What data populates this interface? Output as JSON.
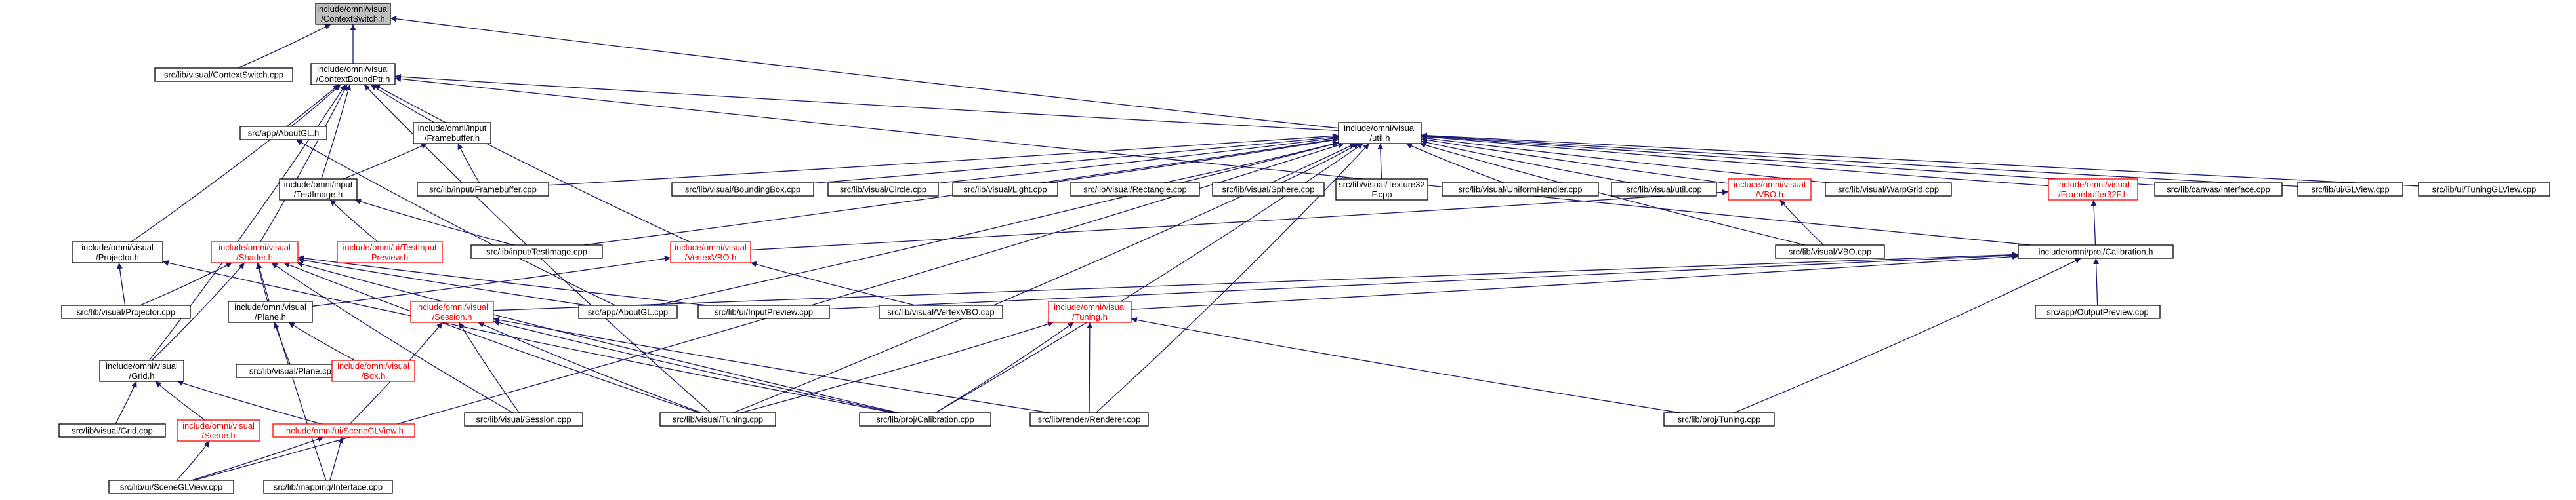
{
  "colors": {
    "edge": "#191970",
    "text_black": "#000000",
    "text_red": "#ff0000",
    "border_black": "#000000",
    "border_red": "#ff0000",
    "fill_root": "#bfbfbf",
    "fill_normal": "#ffffff"
  },
  "nodes": [
    {
      "id": "n_ctxswitch_h",
      "lines": [
        "include/omni/visual",
        "/ContextSwitch.h"
      ],
      "style": "root"
    },
    {
      "id": "n_ctxswitch_cpp",
      "lines": [
        "src/lib/visual/ContextSwitch.cpp"
      ],
      "style": "normal"
    },
    {
      "id": "n_ctxbound_h",
      "lines": [
        "include/omni/visual",
        "/ContextBoundPtr.h"
      ],
      "style": "normal"
    },
    {
      "id": "n_util_h",
      "lines": [
        "include/omni/visual",
        "/util.h"
      ],
      "style": "normal"
    },
    {
      "id": "n_aboutgl_h",
      "lines": [
        "src/app/AboutGL.h"
      ],
      "style": "normal"
    },
    {
      "id": "n_input_fb_h",
      "lines": [
        "include/omni/input",
        "/Framebuffer.h"
      ],
      "style": "normal"
    },
    {
      "id": "n_input_testimage_h",
      "lines": [
        "include/omni/input",
        "/TestImage.h"
      ],
      "style": "normal"
    },
    {
      "id": "n_input_fb_cpp",
      "lines": [
        "src/lib/input/Framebuffer.cpp"
      ],
      "style": "normal"
    },
    {
      "id": "n_projector_h",
      "lines": [
        "include/omni/visual",
        "/Projector.h"
      ],
      "style": "normal"
    },
    {
      "id": "n_shader_h",
      "lines": [
        "include/omni/visual",
        "/Shader.h"
      ],
      "style": "red"
    },
    {
      "id": "n_ui_testinput_h",
      "lines": [
        "include/omni/ui/TestInput",
        "Preview.h"
      ],
      "style": "red"
    },
    {
      "id": "n_input_testimage_cpp",
      "lines": [
        "src/lib/input/TestImage.cpp"
      ],
      "style": "normal"
    },
    {
      "id": "n_boundingbox_cpp",
      "lines": [
        "src/lib/visual/BoundingBox.cpp"
      ],
      "style": "normal"
    },
    {
      "id": "n_circle_cpp",
      "lines": [
        "src/lib/visual/Circle.cpp"
      ],
      "style": "normal"
    },
    {
      "id": "n_light_cpp",
      "lines": [
        "src/lib/visual/Light.cpp"
      ],
      "style": "normal"
    },
    {
      "id": "n_rectangle_cpp",
      "lines": [
        "src/lib/visual/Rectangle.cpp"
      ],
      "style": "normal"
    },
    {
      "id": "n_sphere_cpp",
      "lines": [
        "src/lib/visual/Sphere.cpp"
      ],
      "style": "normal"
    },
    {
      "id": "n_texture32f_cpp",
      "lines": [
        "src/lib/visual/Texture32",
        "F.cpp"
      ],
      "style": "normal"
    },
    {
      "id": "n_uniformhandler_cpp",
      "lines": [
        "src/lib/visual/UniformHandler.cpp"
      ],
      "style": "normal"
    },
    {
      "id": "n_util_cpp",
      "lines": [
        "src/lib/visual/util.cpp"
      ],
      "style": "normal"
    },
    {
      "id": "n_vbo_h",
      "lines": [
        "include/omni/visual",
        "/VBO.h"
      ],
      "style": "red"
    },
    {
      "id": "n_warpgrid_cpp",
      "lines": [
        "src/lib/visual/WarpGrid.cpp"
      ],
      "style": "normal"
    },
    {
      "id": "n_fb32f_h",
      "lines": [
        "include/omni/visual",
        "/Framebuffer32F.h"
      ],
      "style": "red"
    },
    {
      "id": "n_canvas_iface_cpp",
      "lines": [
        "src/lib/canvas/Interface.cpp"
      ],
      "style": "normal"
    },
    {
      "id": "n_glview_cpp",
      "lines": [
        "src/lib/ui/GLView.cpp"
      ],
      "style": "normal"
    },
    {
      "id": "n_tuningglview_cpp",
      "lines": [
        "src/lib/ui/TuningGLView.cpp"
      ],
      "style": "normal"
    },
    {
      "id": "n_vertexvbo_h",
      "lines": [
        "include/omni/visual",
        "/VertexVBO.h"
      ],
      "style": "red"
    },
    {
      "id": "n_vbo_cpp",
      "lines": [
        "src/lib/visual/VBO.cpp"
      ],
      "style": "normal"
    },
    {
      "id": "n_calibration_h",
      "lines": [
        "include/omni/proj/Calibration.h"
      ],
      "style": "normal"
    },
    {
      "id": "n_projector_cpp",
      "lines": [
        "src/lib/visual/Projector.cpp"
      ],
      "style": "normal"
    },
    {
      "id": "n_aboutgl_cpp",
      "lines": [
        "src/app/AboutGL.cpp"
      ],
      "style": "normal"
    },
    {
      "id": "n_inputpreview_cpp",
      "lines": [
        "src/lib/ui/InputPreview.cpp"
      ],
      "style": "normal"
    },
    {
      "id": "n_vertexvbo_cpp",
      "lines": [
        "src/lib/visual/VertexVBO.cpp"
      ],
      "style": "normal"
    },
    {
      "id": "n_plane_h",
      "lines": [
        "include/omni/visual",
        "/Plane.h"
      ],
      "style": "normal"
    },
    {
      "id": "n_session_h",
      "lines": [
        "include/omni/visual",
        "/Session.h"
      ],
      "style": "red"
    },
    {
      "id": "n_tuning_h",
      "lines": [
        "include/omni/visual",
        "/Tuning.h"
      ],
      "style": "red"
    },
    {
      "id": "n_outputpreview_cpp",
      "lines": [
        "src/app/OutputPreview.cpp"
      ],
      "style": "normal"
    },
    {
      "id": "n_plane_cpp",
      "lines": [
        "src/lib/visual/Plane.cpp"
      ],
      "style": "normal"
    },
    {
      "id": "n_box_h",
      "lines": [
        "include/omni/visual",
        "/Box.h"
      ],
      "style": "red"
    },
    {
      "id": "n_grid_h",
      "lines": [
        "include/omni/visual",
        "/Grid.h"
      ],
      "style": "normal"
    },
    {
      "id": "n_session_cpp",
      "lines": [
        "src/lib/visual/Session.cpp"
      ],
      "style": "normal"
    },
    {
      "id": "n_tuning_cpp",
      "lines": [
        "src/lib/visual/Tuning.cpp"
      ],
      "style": "normal"
    },
    {
      "id": "n_calibration_cpp",
      "lines": [
        "src/lib/proj/Calibration.cpp"
      ],
      "style": "normal"
    },
    {
      "id": "n_renderer_cpp",
      "lines": [
        "src/lib/render/Renderer.cpp"
      ],
      "style": "normal"
    },
    {
      "id": "n_proj_tuning_cpp",
      "lines": [
        "src/lib/proj/Tuning.cpp"
      ],
      "style": "normal"
    },
    {
      "id": "n_grid_cpp",
      "lines": [
        "src/lib/visual/Grid.cpp"
      ],
      "style": "normal"
    },
    {
      "id": "n_scene_h",
      "lines": [
        "include/omni/visual",
        "/Scene.h"
      ],
      "style": "red"
    },
    {
      "id": "n_sceneglview_h",
      "lines": [
        "include/omni/ui/SceneGLView.h"
      ],
      "style": "red"
    },
    {
      "id": "n_sceneglview_cpp",
      "lines": [
        "src/lib/ui/SceneGLView.cpp"
      ],
      "style": "normal"
    },
    {
      "id": "n_mapping_iface_cpp",
      "lines": [
        "src/lib/mapping/Interface.cpp"
      ],
      "style": "normal"
    }
  ],
  "edges": [
    [
      "n_ctxswitch_cpp",
      "n_ctxswitch_h"
    ],
    [
      "n_ctxbound_h",
      "n_ctxswitch_h"
    ],
    [
      "n_util_h",
      "n_ctxswitch_h"
    ],
    [
      "n_util_h",
      "n_ctxbound_h"
    ],
    [
      "n_aboutgl_h",
      "n_ctxbound_h"
    ],
    [
      "n_input_fb_h",
      "n_ctxbound_h"
    ],
    [
      "n_input_testimage_h",
      "n_ctxbound_h"
    ],
    [
      "n_projector_h",
      "n_ctxbound_h"
    ],
    [
      "n_shader_h",
      "n_ctxbound_h"
    ],
    [
      "n_vertexvbo_h",
      "n_ctxbound_h"
    ],
    [
      "n_calibration_h",
      "n_ctxbound_h"
    ],
    [
      "n_grid_h",
      "n_ctxbound_h"
    ],
    [
      "n_tuning_cpp",
      "n_ctxbound_h"
    ],
    [
      "n_input_fb_cpp",
      "n_util_h"
    ],
    [
      "n_input_testimage_cpp",
      "n_util_h"
    ],
    [
      "n_boundingbox_cpp",
      "n_util_h"
    ],
    [
      "n_circle_cpp",
      "n_util_h"
    ],
    [
      "n_light_cpp",
      "n_util_h"
    ],
    [
      "n_rectangle_cpp",
      "n_util_h"
    ],
    [
      "n_sphere_cpp",
      "n_util_h"
    ],
    [
      "n_texture32f_cpp",
      "n_util_h"
    ],
    [
      "n_uniformhandler_cpp",
      "n_util_h"
    ],
    [
      "n_util_cpp",
      "n_util_h"
    ],
    [
      "n_vbo_h",
      "n_util_h"
    ],
    [
      "n_warpgrid_cpp",
      "n_util_h"
    ],
    [
      "n_fb32f_h",
      "n_util_h"
    ],
    [
      "n_canvas_iface_cpp",
      "n_util_h"
    ],
    [
      "n_glview_cpp",
      "n_util_h"
    ],
    [
      "n_tuningglview_cpp",
      "n_util_h"
    ],
    [
      "n_vbo_cpp",
      "n_util_h"
    ],
    [
      "n_aboutgl_cpp",
      "n_util_h"
    ],
    [
      "n_tuning_cpp",
      "n_util_h"
    ],
    [
      "n_calibration_cpp",
      "n_util_h"
    ],
    [
      "n_renderer_cpp",
      "n_util_h"
    ],
    [
      "n_sceneglview_cpp",
      "n_util_h"
    ],
    [
      "n_aboutgl_cpp",
      "n_aboutgl_h"
    ],
    [
      "n_input_testimage_h",
      "n_input_fb_h"
    ],
    [
      "n_input_fb_cpp",
      "n_input_fb_h"
    ],
    [
      "n_ui_testinput_h",
      "n_input_testimage_h"
    ],
    [
      "n_input_testimage_cpp",
      "n_input_testimage_h"
    ],
    [
      "n_projector_cpp",
      "n_projector_h"
    ],
    [
      "n_calibration_cpp",
      "n_projector_h"
    ],
    [
      "n_plane_h",
      "n_shader_h"
    ],
    [
      "n_grid_h",
      "n_shader_h"
    ],
    [
      "n_projector_cpp",
      "n_shader_h"
    ],
    [
      "n_aboutgl_cpp",
      "n_shader_h"
    ],
    [
      "n_inputpreview_cpp",
      "n_shader_h"
    ],
    [
      "n_session_cpp",
      "n_shader_h"
    ],
    [
      "n_tuning_cpp",
      "n_shader_h"
    ],
    [
      "n_calibration_cpp",
      "n_shader_h"
    ],
    [
      "n_mapping_iface_cpp",
      "n_shader_h"
    ],
    [
      "n_vertexvbo_h",
      "n_vbo_h"
    ],
    [
      "n_vbo_cpp",
      "n_vbo_h"
    ],
    [
      "n_calibration_h",
      "n_fb32f_h"
    ],
    [
      "n_plane_h",
      "n_vertexvbo_h"
    ],
    [
      "n_vertexvbo_cpp",
      "n_vertexvbo_h"
    ],
    [
      "n_inputpreview_cpp",
      "n_calibration_h"
    ],
    [
      "n_session_h",
      "n_calibration_h"
    ],
    [
      "n_tuning_h",
      "n_calibration_h"
    ],
    [
      "n_outputpreview_cpp",
      "n_calibration_h"
    ],
    [
      "n_proj_tuning_cpp",
      "n_calibration_h"
    ],
    [
      "n_plane_cpp",
      "n_plane_h"
    ],
    [
      "n_box_h",
      "n_plane_h"
    ],
    [
      "n_session_cpp",
      "n_session_h"
    ],
    [
      "n_tuning_cpp",
      "n_session_h"
    ],
    [
      "n_calibration_cpp",
      "n_session_h"
    ],
    [
      "n_renderer_cpp",
      "n_session_h"
    ],
    [
      "n_sceneglview_h",
      "n_session_h"
    ],
    [
      "n_tuning_cpp",
      "n_tuning_h"
    ],
    [
      "n_calibration_cpp",
      "n_tuning_h"
    ],
    [
      "n_renderer_cpp",
      "n_tuning_h"
    ],
    [
      "n_proj_tuning_cpp",
      "n_tuning_h"
    ],
    [
      "n_grid_cpp",
      "n_grid_h"
    ],
    [
      "n_scene_h",
      "n_grid_h"
    ],
    [
      "n_sceneglview_h",
      "n_grid_h"
    ],
    [
      "n_sceneglview_cpp",
      "n_scene_h"
    ],
    [
      "n_sceneglview_cpp",
      "n_sceneglview_h"
    ],
    [
      "n_mapping_iface_cpp",
      "n_sceneglview_h"
    ]
  ]
}
